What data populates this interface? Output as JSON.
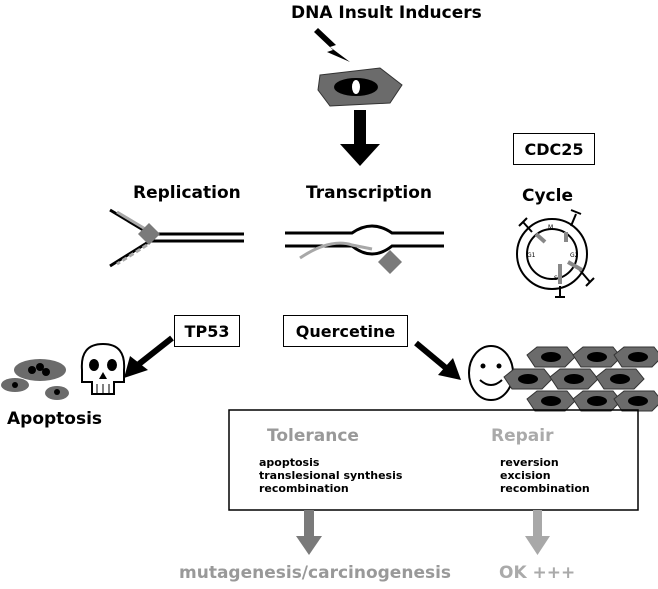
{
  "title": "DNA Insult Inducers",
  "labels": {
    "replication": "Replication",
    "transcription": "Transcription",
    "cycle": "Cycle",
    "apoptosis": "Apoptosis"
  },
  "boxes": {
    "cdc25": "CDC25",
    "tp53": "TP53",
    "quercetine": "Quercetine"
  },
  "cycle_phases": [
    "M",
    "G1",
    "S",
    "G2"
  ],
  "tolerance": {
    "title": "Tolerance",
    "items": [
      "apoptosis",
      "translesional synthesis",
      "recombination"
    ]
  },
  "repair": {
    "title": "Repair",
    "items": [
      "reversion",
      "excision",
      "recombination"
    ]
  },
  "outcomes": {
    "tolerance": "mutagenesis/carcinogenesis",
    "repair": "OK +++"
  },
  "colors": {
    "black": "#000000",
    "dark_gray": "#555555",
    "mid_gray": "#7a7a7a",
    "light_gray": "#a8a8a8",
    "text_gray": "#999999"
  }
}
